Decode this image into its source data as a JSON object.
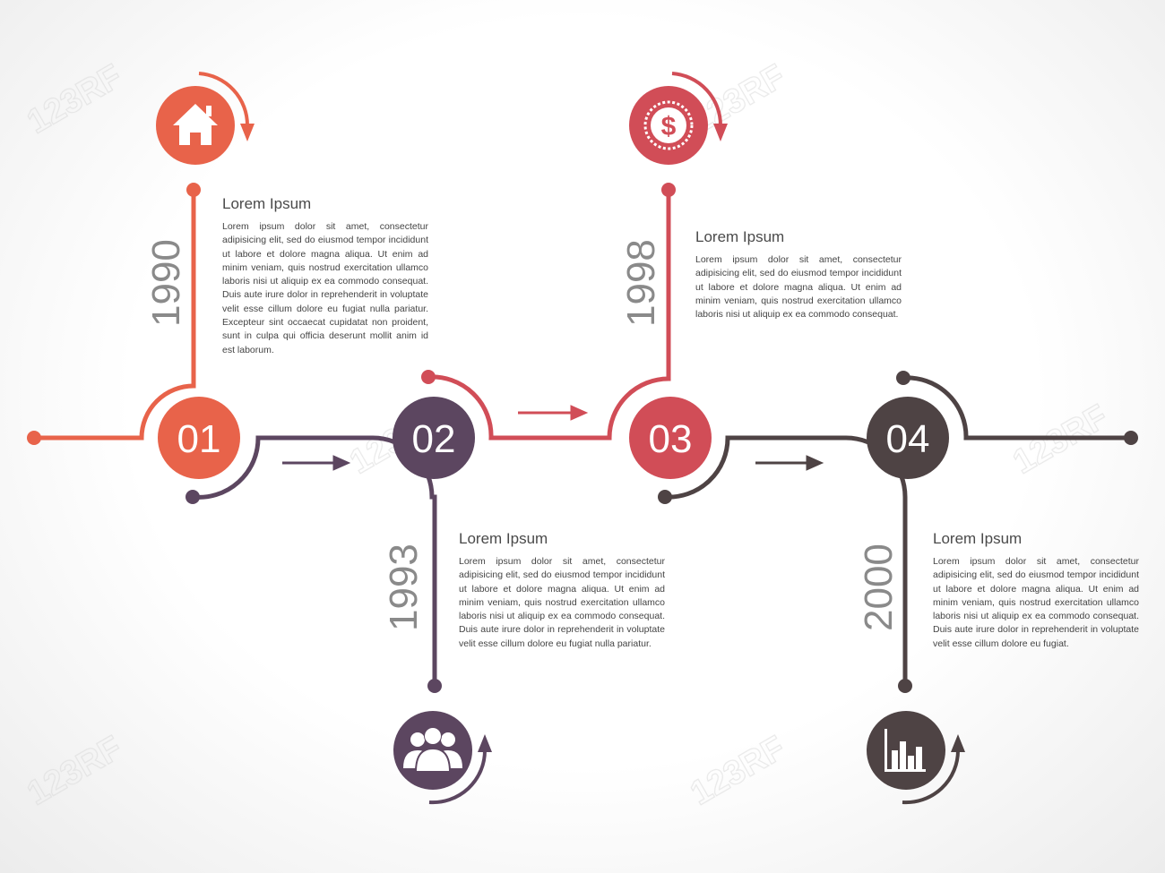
{
  "colors": {
    "orange": "#e8634a",
    "purple": "#5c4660",
    "red": "#d14d57",
    "brown": "#4e4344"
  },
  "steps": [
    {
      "number": "01",
      "year": "1990",
      "icon": "home-icon",
      "color": "orange",
      "title": "Lorem Ipsum",
      "text": "Lorem ipsum dolor sit amet, consectetur adipisicing elit, sed do eiusmod tempor incididunt ut labore et dolore magna aliqua. Ut enim ad minim veniam, quis nostrud exercitation ullamco laboris nisi ut aliquip ex ea commodo consequat. Duis aute irure dolor in reprehenderit in voluptate velit esse cillum dolore eu fugiat nulla pariatur. Excepteur sint occaecat cupidatat non proident, sunt in culpa qui officia deserunt mollit anim id est laborum."
    },
    {
      "number": "02",
      "year": "1993",
      "icon": "people-icon",
      "color": "purple",
      "title": "Lorem Ipsum",
      "text": "Lorem ipsum dolor sit amet, consectetur adipisicing elit, sed do eiusmod tempor incididunt ut labore et dolore magna aliqua. Ut enim ad minim veniam, quis nostrud exercitation ullamco laboris nisi ut aliquip ex ea commodo consequat. Duis aute irure dolor in reprehenderit in voluptate velit esse cillum dolore eu fugiat nulla pariatur."
    },
    {
      "number": "03",
      "year": "1998",
      "icon": "dollar-coin-icon",
      "color": "red",
      "title": "Lorem Ipsum",
      "text": "Lorem ipsum dolor sit amet, consectetur adipisicing elit, sed do eiusmod tempor incididunt ut labore et dolore magna aliqua. Ut enim ad minim veniam, quis nostrud exercitation ullamco laboris nisi ut aliquip ex ea commodo consequat."
    },
    {
      "number": "04",
      "year": "2000",
      "icon": "bar-chart-icon",
      "color": "brown",
      "title": "Lorem Ipsum",
      "text": "Lorem ipsum dolor sit amet, consectetur adipisicing elit, sed do eiusmod tempor incididunt ut labore et dolore magna aliqua. Ut enim ad minim veniam, quis nostrud exercitation ullamco laboris nisi ut aliquip ex ea commodo consequat. Duis aute irure dolor in reprehenderit in voluptate velit esse cillum dolore eu fugiat."
    }
  ],
  "watermark_text": "123RF"
}
